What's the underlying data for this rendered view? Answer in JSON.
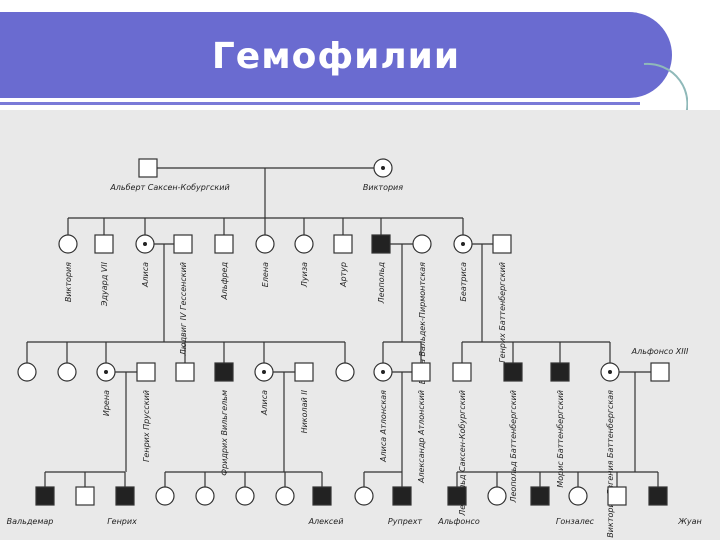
{
  "title": "Гемофилии",
  "colors": {
    "title_bar": "#6a6bd0",
    "affected": "#222222",
    "line": "#333333",
    "panel": "#e9e9e9"
  },
  "pedigree": {
    "generation_1": {
      "father": {
        "name": "Альберт Саксен-Кобургский",
        "sex": "male",
        "status": "normal"
      },
      "mother": {
        "name": "Виктория",
        "sex": "female",
        "status": "carrier"
      }
    },
    "generation_2": [
      {
        "name": "Виктория",
        "sex": "female",
        "status": "normal"
      },
      {
        "name": "Эдуард VII",
        "sex": "male",
        "status": "normal"
      },
      {
        "name": "Алиса",
        "sex": "female",
        "status": "carrier"
      },
      {
        "name": "Людвиг IV Гессенский",
        "sex": "male",
        "status": "normal"
      },
      {
        "name": "Альфред",
        "sex": "male",
        "status": "normal"
      },
      {
        "name": "Елена",
        "sex": "female",
        "status": "normal"
      },
      {
        "name": "Луиза",
        "sex": "female",
        "status": "normal"
      },
      {
        "name": "Артур",
        "sex": "male",
        "status": "normal"
      },
      {
        "name": "Леопольд",
        "sex": "male",
        "status": "affected"
      },
      {
        "name": "Елена Вальдек-Пирмонтская",
        "sex": "female",
        "status": "normal"
      },
      {
        "name": "Беатриса",
        "sex": "female",
        "status": "carrier"
      },
      {
        "name": "Генрих Баттенбергский",
        "sex": "male",
        "status": "normal"
      }
    ],
    "generation_3": [
      {
        "name": "",
        "sex": "female",
        "status": "normal"
      },
      {
        "name": "",
        "sex": "female",
        "status": "normal"
      },
      {
        "name": "Ирена",
        "sex": "female",
        "status": "carrier"
      },
      {
        "name": "Генрих Прусский",
        "sex": "male",
        "status": "normal"
      },
      {
        "name": "",
        "sex": "male",
        "status": "normal"
      },
      {
        "name": "Фридрих Вильгельм",
        "sex": "male",
        "status": "affected"
      },
      {
        "name": "Алиса",
        "sex": "female",
        "status": "carrier"
      },
      {
        "name": "Николай II",
        "sex": "male",
        "status": "normal"
      },
      {
        "name": "",
        "sex": "female",
        "status": "normal"
      },
      {
        "name": "Алиса Атлонская",
        "sex": "female",
        "status": "carrier"
      },
      {
        "name": "Александр Атлонский",
        "sex": "male",
        "status": "normal"
      },
      {
        "name": "Леопольд Саксен-Кобургский",
        "sex": "male",
        "status": "normal"
      },
      {
        "name": "Леопольд Баттенбергский",
        "sex": "male",
        "status": "affected"
      },
      {
        "name": "Морис Баттенбергский",
        "sex": "male",
        "status": "affected"
      },
      {
        "name": "Виктория-Евгения Баттенбергская",
        "sex": "female",
        "status": "carrier"
      },
      {
        "name": "Альфонсо XIII",
        "sex": "male",
        "status": "normal"
      }
    ],
    "generation_4": [
      {
        "name": "Вальдемар",
        "sex": "male",
        "status": "affected"
      },
      {
        "name": "",
        "sex": "male",
        "status": "normal"
      },
      {
        "name": "Генрих",
        "sex": "male",
        "status": "affected"
      },
      {
        "name": "",
        "sex": "female",
        "status": "normal"
      },
      {
        "name": "",
        "sex": "female",
        "status": "normal"
      },
      {
        "name": "",
        "sex": "female",
        "status": "normal"
      },
      {
        "name": "",
        "sex": "female",
        "status": "normal"
      },
      {
        "name": "Алексей",
        "sex": "male",
        "status": "affected"
      },
      {
        "name": "",
        "sex": "female",
        "status": "normal"
      },
      {
        "name": "Рупрехт",
        "sex": "male",
        "status": "affected"
      },
      {
        "name": "Альфонсо",
        "sex": "male",
        "status": "affected"
      },
      {
        "name": "",
        "sex": "female",
        "status": "normal"
      },
      {
        "name": "Гонзалес",
        "sex": "male",
        "status": "affected"
      },
      {
        "name": "",
        "sex": "female",
        "status": "normal"
      },
      {
        "name": "",
        "sex": "male",
        "status": "normal"
      },
      {
        "name": "Жуан",
        "sex": "male",
        "status": "affected"
      }
    ]
  }
}
